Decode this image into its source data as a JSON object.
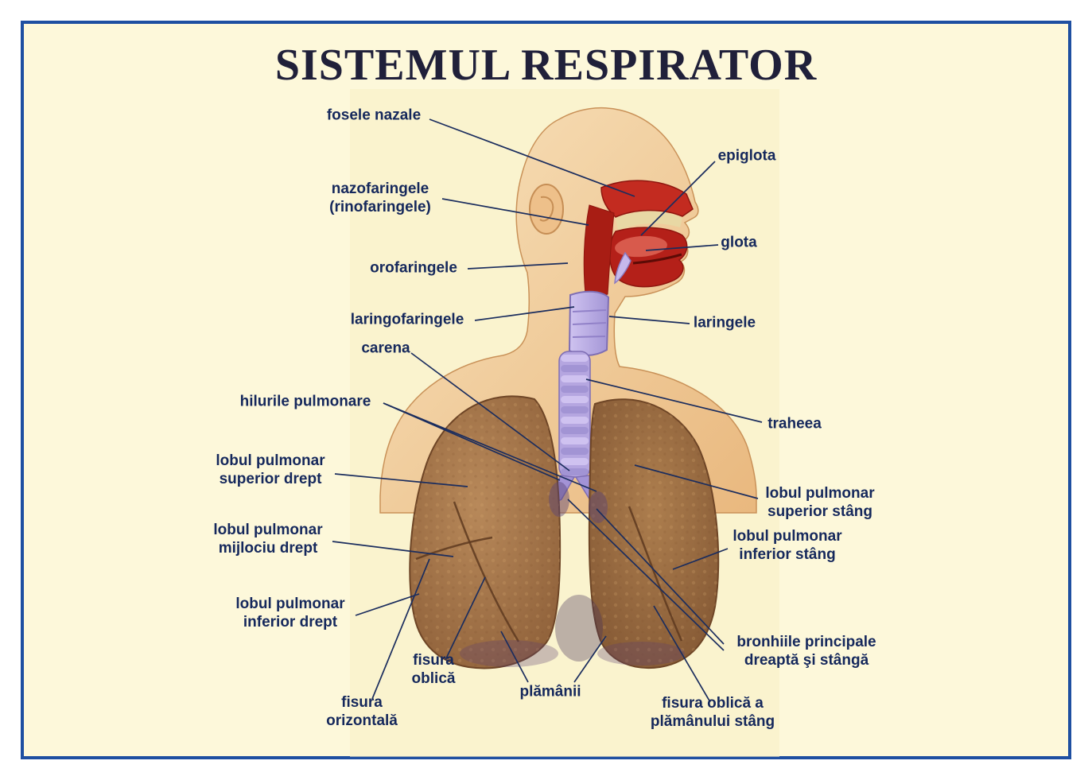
{
  "poster": {
    "title": "SISTEMUL RESPIRATOR"
  },
  "labels": {
    "fosele_nazale": "fosele nazale",
    "nazofaringele": "nazofaringele\n(rinofaringele)",
    "orofaringele": "orofaringele",
    "laringofaringele": "laringofaringele",
    "carena": "carena",
    "hilurile_pulmonare": "hilurile pulmonare",
    "lobul_superior_drept": "lobul pulmonar\nsuperior drept",
    "lobul_mijlociu_drept": "lobul pulmonar\nmijlociu drept",
    "lobul_inferior_drept": "lobul pulmonar\ninferior drept",
    "fisura_oblica": "fisura\noblică",
    "fisura_orizontala": "fisura\norizontală",
    "plamanii": "plămânii",
    "epiglota": "epiglota",
    "glota": "glota",
    "laringele": "laringele",
    "traheea": "traheea",
    "lobul_superior_stang": "lobul pulmonar\nsuperior stâng",
    "lobul_inferior_stang": "lobul pulmonar\ninferior stâng",
    "bronhiile_principale": "bronhiile principale\ndreaptă şi stângă",
    "fisura_oblica_stang": "fisura oblică a\nplămânului stâng"
  },
  "colors": {
    "frame_blue": "#1e4fa1",
    "background_cream": "#fdf8da",
    "label_navy": "#15285c",
    "title_ink": "#20203a",
    "lung_brown": "#9c6f42",
    "trachea_purple": "#b5a6e0",
    "cavity_red": "#b42019"
  }
}
